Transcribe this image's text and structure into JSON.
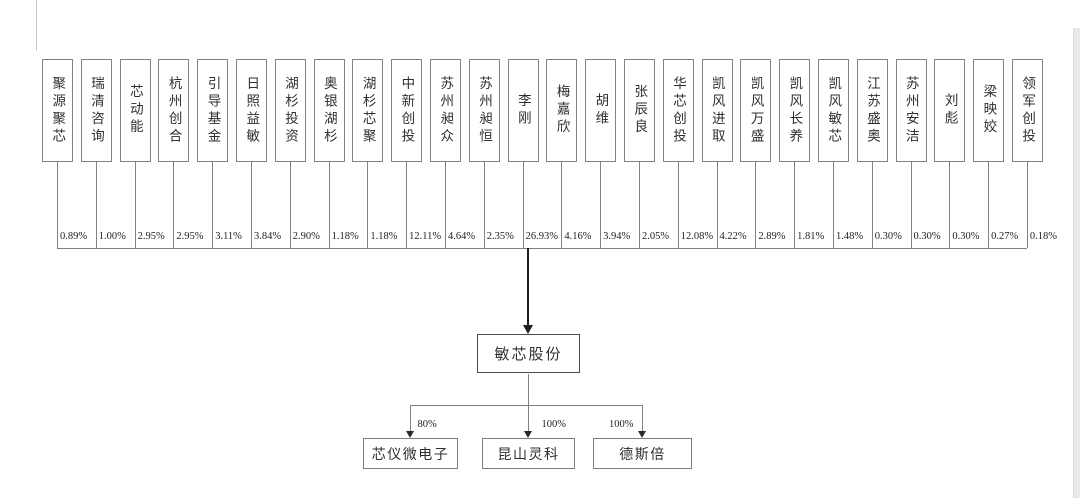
{
  "diagram": {
    "title": "equity-structure",
    "company": {
      "name": "敏芯股份"
    },
    "shareholders": [
      {
        "name": "聚源聚芯",
        "percent": "0.89%"
      },
      {
        "name": "瑞清咨询",
        "percent": "1.00%"
      },
      {
        "name": "芯动能",
        "percent": "2.95%"
      },
      {
        "name": "杭州创合",
        "percent": "2.95%"
      },
      {
        "name": "引导基金",
        "percent": "3.11%"
      },
      {
        "name": "日照益敏",
        "percent": "3.84%"
      },
      {
        "name": "湖杉投资",
        "percent": "2.90%"
      },
      {
        "name": "奥银湖杉",
        "percent": "1.18%"
      },
      {
        "name": "湖杉芯聚",
        "percent": "1.18%"
      },
      {
        "name": "中新创投",
        "percent": "12.11%"
      },
      {
        "name": "苏州昶众",
        "percent": "4.64%"
      },
      {
        "name": "苏州昶恒",
        "percent": "2.35%"
      },
      {
        "name": "李刚",
        "percent": "26.93%"
      },
      {
        "name": "梅嘉欣",
        "percent": "4.16%"
      },
      {
        "name": "胡维",
        "percent": "3.94%"
      },
      {
        "name": "张辰良",
        "percent": "2.05%"
      },
      {
        "name": "华芯创投",
        "percent": "12.08%"
      },
      {
        "name": "凯风进取",
        "percent": "4.22%"
      },
      {
        "name": "凯风万盛",
        "percent": "2.89%"
      },
      {
        "name": "凯风长养",
        "percent": "1.81%"
      },
      {
        "name": "凯风敏芯",
        "percent": "1.48%"
      },
      {
        "name": "江苏盛奥",
        "percent": "0.30%"
      },
      {
        "name": "苏州安洁",
        "percent": "0.30%"
      },
      {
        "name": "刘彪",
        "percent": "0.30%"
      },
      {
        "name": "梁映姣",
        "percent": "0.27%"
      },
      {
        "name": "领军创投",
        "percent": "0.18%"
      }
    ],
    "subsidiaries": [
      {
        "name": "芯仪微电子",
        "percent": "80%"
      },
      {
        "name": "昆山灵科",
        "percent": "100%"
      },
      {
        "name": "德斯倍",
        "percent": "100%"
      }
    ],
    "colors": {
      "line": "#828282",
      "emphasis_line": "#1f1f1f",
      "text": "#2f2f2f",
      "page_edge": "#e8e8e8"
    }
  }
}
